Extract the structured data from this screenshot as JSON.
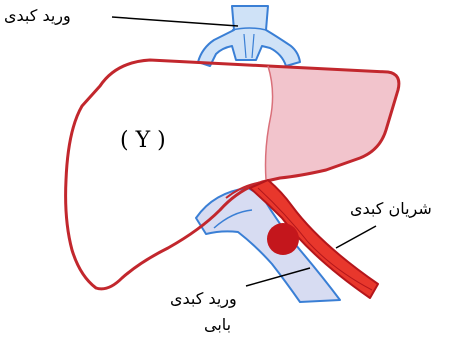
{
  "labels": {
    "hepatic_vein": "ورید کبدی",
    "hepatic_artery": "شریان کبدی",
    "portal_vein_line1": "ورید کبدی",
    "portal_vein_line2": "بابی",
    "organ_marker": "( Y )"
  },
  "colors": {
    "liver_outline": "#c2272d",
    "right_lobe_fill": "#f2c4cc",
    "vein_stroke": "#3a7fd5",
    "vein_fill": "#cfe2f7",
    "portal_fill": "#d7dcf2",
    "artery_fill": "#e8372c",
    "artery_stroke": "#b4161b",
    "node_fill": "#c4161c",
    "leader_line": "#000000"
  }
}
